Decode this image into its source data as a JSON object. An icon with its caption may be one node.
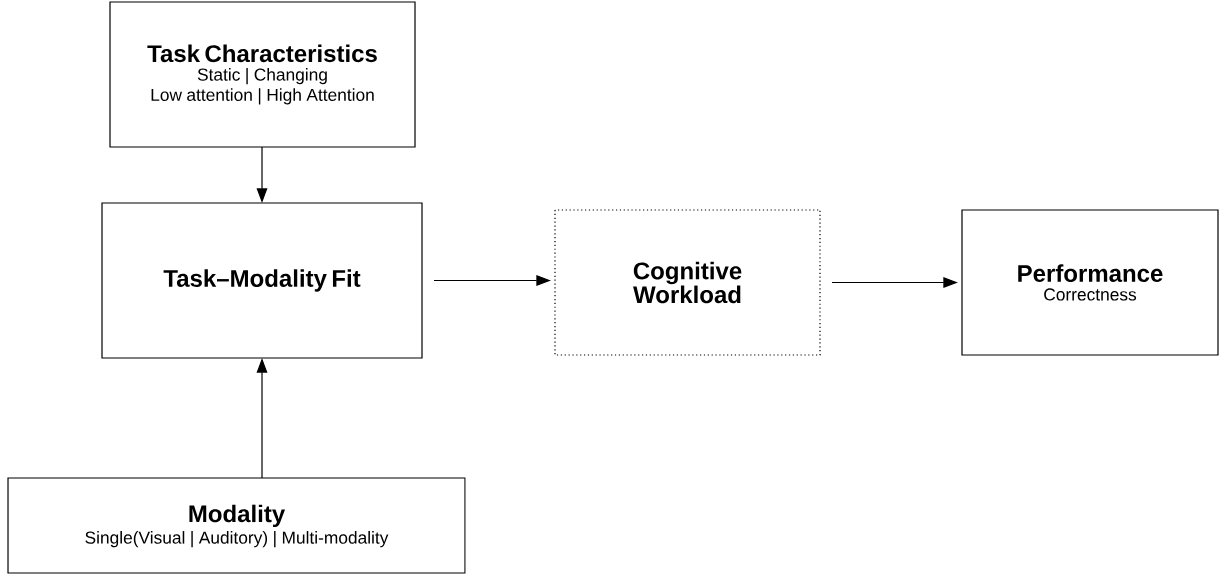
{
  "diagram": {
    "nodes": [
      {
        "text": [
          "Task Characteristics",
          "Static | Changing",
          "Low attention | High Attention"
        ]
      },
      {
        "text": [
          "Task–Modality Fit"
        ]
      },
      {
        "text": [
          "Cognitive Workload"
        ]
      },
      {
        "text": [
          "Performance",
          "Correctness"
        ]
      },
      {
        "text": [
          "Modality",
          "Single(Visual | Auditory) | Multi-modality"
        ]
      }
    ],
    "edges": [
      {
        "from": 0,
        "to": 1,
        "arrow": "to"
      },
      {
        "from": 4,
        "to": 1,
        "arrow": "to"
      },
      {
        "from": 1,
        "to": 2,
        "arrow": "to"
      },
      {
        "from": 2,
        "to": 3,
        "arrow": "to"
      }
    ]
  }
}
